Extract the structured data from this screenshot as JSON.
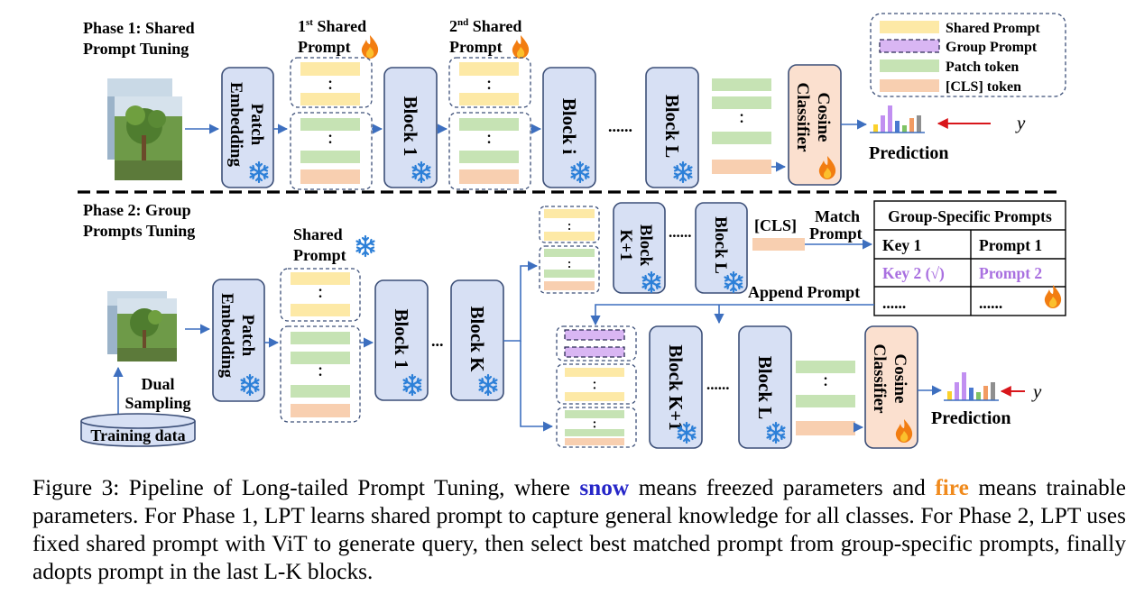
{
  "phase1": {
    "title_line1": "Phase 1: Shared",
    "title_line2": "Prompt Tuning",
    "shared_prompt_1_line1_num": "1",
    "shared_prompt_1_line1_sup": "st",
    "shared_prompt_1_line1_rest": " Shared",
    "shared_prompt_1_line2": "Prompt",
    "shared_prompt_2_line1_num": "2",
    "shared_prompt_2_line1_sup": "nd",
    "shared_prompt_2_line1_rest": " Shared",
    "shared_prompt_2_line2": "Prompt",
    "patch_embedding_line1": "Patch",
    "patch_embedding_line2": "Embedding",
    "block_1": "Block 1",
    "block_i": "Block i",
    "block_L": "Block L",
    "ellipsis": "......",
    "cosine_line1": "Cosine",
    "cosine_line2": "Classifier",
    "prediction": "Prediction",
    "y_label": "y"
  },
  "legend": {
    "shared_prompt": "Shared Prompt",
    "group_prompt": "Group Prompt",
    "patch_token": "Patch token",
    "cls_token": "[CLS] token"
  },
  "phase2": {
    "title_line1": "Phase 2: Group",
    "title_line2": "Prompts Tuning",
    "shared_prompt_line1": "Shared",
    "shared_prompt_line2": "Prompt",
    "patch_embedding_line1": "Patch",
    "patch_embedding_line2": "Embedding",
    "block_1": "Block 1",
    "block_K": "Block K",
    "block_K1": "Block",
    "block_K1_sub": "K+1",
    "block_L": "Block L",
    "block_K1_bottom": "Block K+1",
    "block_L_bottom": "Block L",
    "ellipsis_short": "...",
    "ellipsis": "......",
    "cls_label": "[CLS]",
    "match_line1": "Match",
    "match_line2": "Prompt",
    "append_prompt": "Append Prompt",
    "dual_line1": "Dual",
    "dual_line2": "Sampling",
    "training_data": "Training data",
    "cosine_line1": "Cosine",
    "cosine_line2": "Classifier",
    "prediction": "Prediction",
    "y_label": "y"
  },
  "group_table": {
    "header": "Group-Specific Prompts",
    "rows": [
      [
        "Key 1",
        "Prompt 1"
      ],
      [
        "Key 2 (√)",
        "Prompt 2"
      ],
      [
        "......",
        "......"
      ]
    ]
  },
  "caption": {
    "prefix": "Figure 3: Pipeline of Long-tailed Prompt Tuning, where ",
    "snow_word": "snow",
    "middle": " means freezed parameters and ",
    "fire_word": "fire",
    "suffix": " means trainable parameters. For Phase 1, LPT learns shared prompt to capture general knowledge for all classes. For Phase 2, LPT uses fixed shared prompt with ViT to generate query, then select best matched prompt from group-specific prompts, finally adopts prompt in the last L-K blocks."
  },
  "colors": {
    "block_fill": "#d7e0f4",
    "block_stroke": "#3c4f78",
    "shared_prompt": "#fde9a6",
    "group_prompt": "#d9b6f3",
    "patch_token": "#c6e3b4",
    "cls_token": "#f8cfb0",
    "classifier_fill": "#fbe0cf",
    "arrow": "#3d6fbf",
    "snow": "#2d80d8",
    "fire": "#f27d11",
    "highlight_purple": "#a970e0",
    "red_arrow": "#d8161b"
  }
}
